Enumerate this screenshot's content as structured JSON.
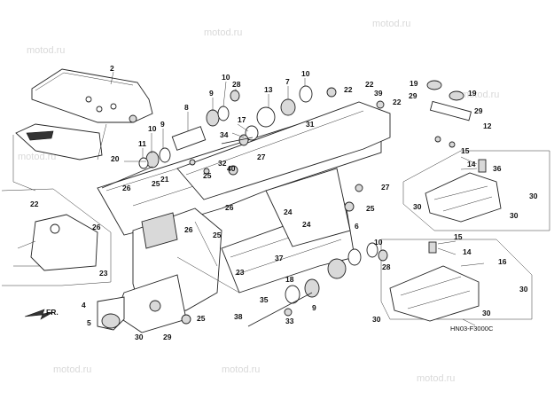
{
  "diagram": {
    "reference_code": "HN03-F3000C",
    "front_label": "FR.",
    "watermark": "motod.ru",
    "callouts": [
      {
        "id": "c2",
        "text": "2"
      },
      {
        "id": "c9a",
        "text": "9"
      },
      {
        "id": "c10a",
        "text": "10"
      },
      {
        "id": "c28a",
        "text": "28"
      },
      {
        "id": "c8",
        "text": "8"
      },
      {
        "id": "c13",
        "text": "13"
      },
      {
        "id": "c7",
        "text": "7"
      },
      {
        "id": "c10b",
        "text": "10"
      },
      {
        "id": "c22a",
        "text": "22"
      },
      {
        "id": "c22b",
        "text": "22"
      },
      {
        "id": "c39",
        "text": "39"
      },
      {
        "id": "c22c",
        "text": "22"
      },
      {
        "id": "c19a",
        "text": "19"
      },
      {
        "id": "c19b",
        "text": "19"
      },
      {
        "id": "c29a",
        "text": "29"
      },
      {
        "id": "c29b",
        "text": "29"
      },
      {
        "id": "c12",
        "text": "12"
      },
      {
        "id": "c9b",
        "text": "9"
      },
      {
        "id": "c10c",
        "text": "10"
      },
      {
        "id": "c11",
        "text": "11"
      },
      {
        "id": "c34",
        "text": "34"
      },
      {
        "id": "c17",
        "text": "17"
      },
      {
        "id": "c31",
        "text": "31"
      },
      {
        "id": "c20",
        "text": "20"
      },
      {
        "id": "c32",
        "text": "32"
      },
      {
        "id": "c40",
        "text": "40"
      },
      {
        "id": "c27a",
        "text": "27"
      },
      {
        "id": "c15a",
        "text": "15"
      },
      {
        "id": "c14a",
        "text": "14"
      },
      {
        "id": "c36",
        "text": "36"
      },
      {
        "id": "c25a",
        "text": "25"
      },
      {
        "id": "c26a",
        "text": "26"
      },
      {
        "id": "c21",
        "text": "21"
      },
      {
        "id": "c25b",
        "text": "25"
      },
      {
        "id": "c22d",
        "text": "22"
      },
      {
        "id": "c26b",
        "text": "26"
      },
      {
        "id": "c26c",
        "text": "26"
      },
      {
        "id": "c27b",
        "text": "27"
      },
      {
        "id": "c24a",
        "text": "24"
      },
      {
        "id": "c24b",
        "text": "24"
      },
      {
        "id": "c25c",
        "text": "25"
      },
      {
        "id": "c30a",
        "text": "30"
      },
      {
        "id": "c30b",
        "text": "30"
      },
      {
        "id": "c6",
        "text": "6"
      },
      {
        "id": "c23a",
        "text": "23"
      },
      {
        "id": "c26d",
        "text": "26"
      },
      {
        "id": "c25d",
        "text": "25"
      },
      {
        "id": "c23b",
        "text": "23"
      },
      {
        "id": "c37",
        "text": "37"
      },
      {
        "id": "c10d",
        "text": "10"
      },
      {
        "id": "c28b",
        "text": "28"
      },
      {
        "id": "c15b",
        "text": "15"
      },
      {
        "id": "c14b",
        "text": "14"
      },
      {
        "id": "c16",
        "text": "16"
      },
      {
        "id": "c18",
        "text": "18"
      },
      {
        "id": "c9c",
        "text": "9"
      },
      {
        "id": "c35",
        "text": "35"
      },
      {
        "id": "c4",
        "text": "4"
      },
      {
        "id": "c5",
        "text": "5"
      },
      {
        "id": "c30c",
        "text": "30"
      },
      {
        "id": "c29c",
        "text": "29"
      },
      {
        "id": "c25e",
        "text": "25"
      },
      {
        "id": "c38",
        "text": "38"
      },
      {
        "id": "c33",
        "text": "33"
      },
      {
        "id": "c30d",
        "text": "30"
      },
      {
        "id": "c30e",
        "text": "30"
      },
      {
        "id": "c30f",
        "text": "30"
      },
      {
        "id": "c30g",
        "text": "30"
      }
    ]
  }
}
